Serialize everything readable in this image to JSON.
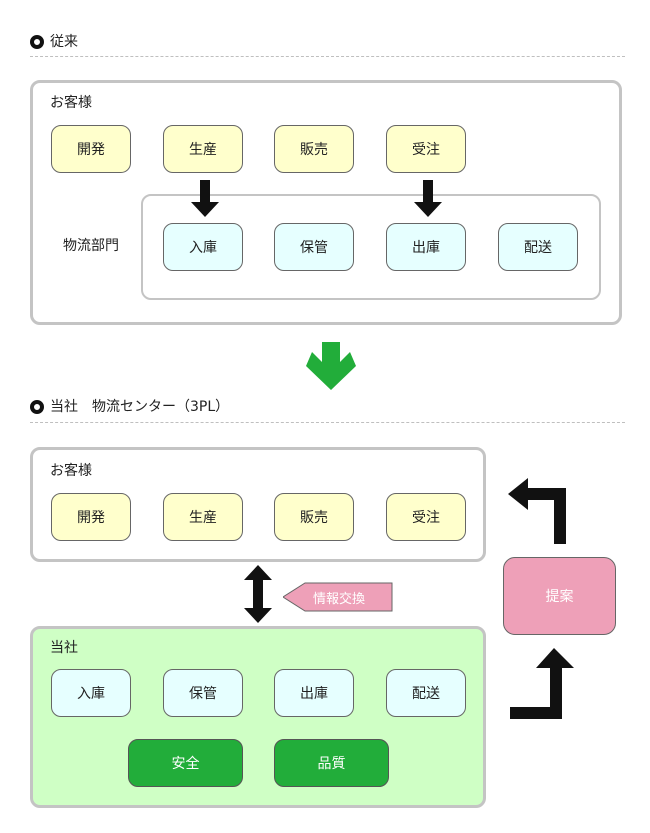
{
  "before": {
    "heading": "従来",
    "customer_label": "お客様",
    "customer_items": [
      "開発",
      "生産",
      "販売",
      "受注"
    ],
    "logistics_label": "物流部門",
    "logistics_items": [
      "入庫",
      "保管",
      "出庫",
      "配送"
    ]
  },
  "after": {
    "heading": "当社　物流センター（3PL）",
    "customer_label": "お客様",
    "customer_items": [
      "開発",
      "生産",
      "販売",
      "受注"
    ],
    "info_exchange": "情報交換",
    "company_label": "当社",
    "company_items": [
      "入庫",
      "保管",
      "出庫",
      "配送"
    ],
    "quality_items": [
      "安全",
      "品質"
    ],
    "proposal": "提案"
  },
  "colors": {
    "customer_box": "#ffffcc",
    "logistics_box": "#e6ffff",
    "company_area": "#cfffc5",
    "quality_box": "#22ad3a",
    "proposal_box": "#eea0b8",
    "info_arrow": "#eea0b8",
    "transition_arrow": "#22ad3a"
  }
}
